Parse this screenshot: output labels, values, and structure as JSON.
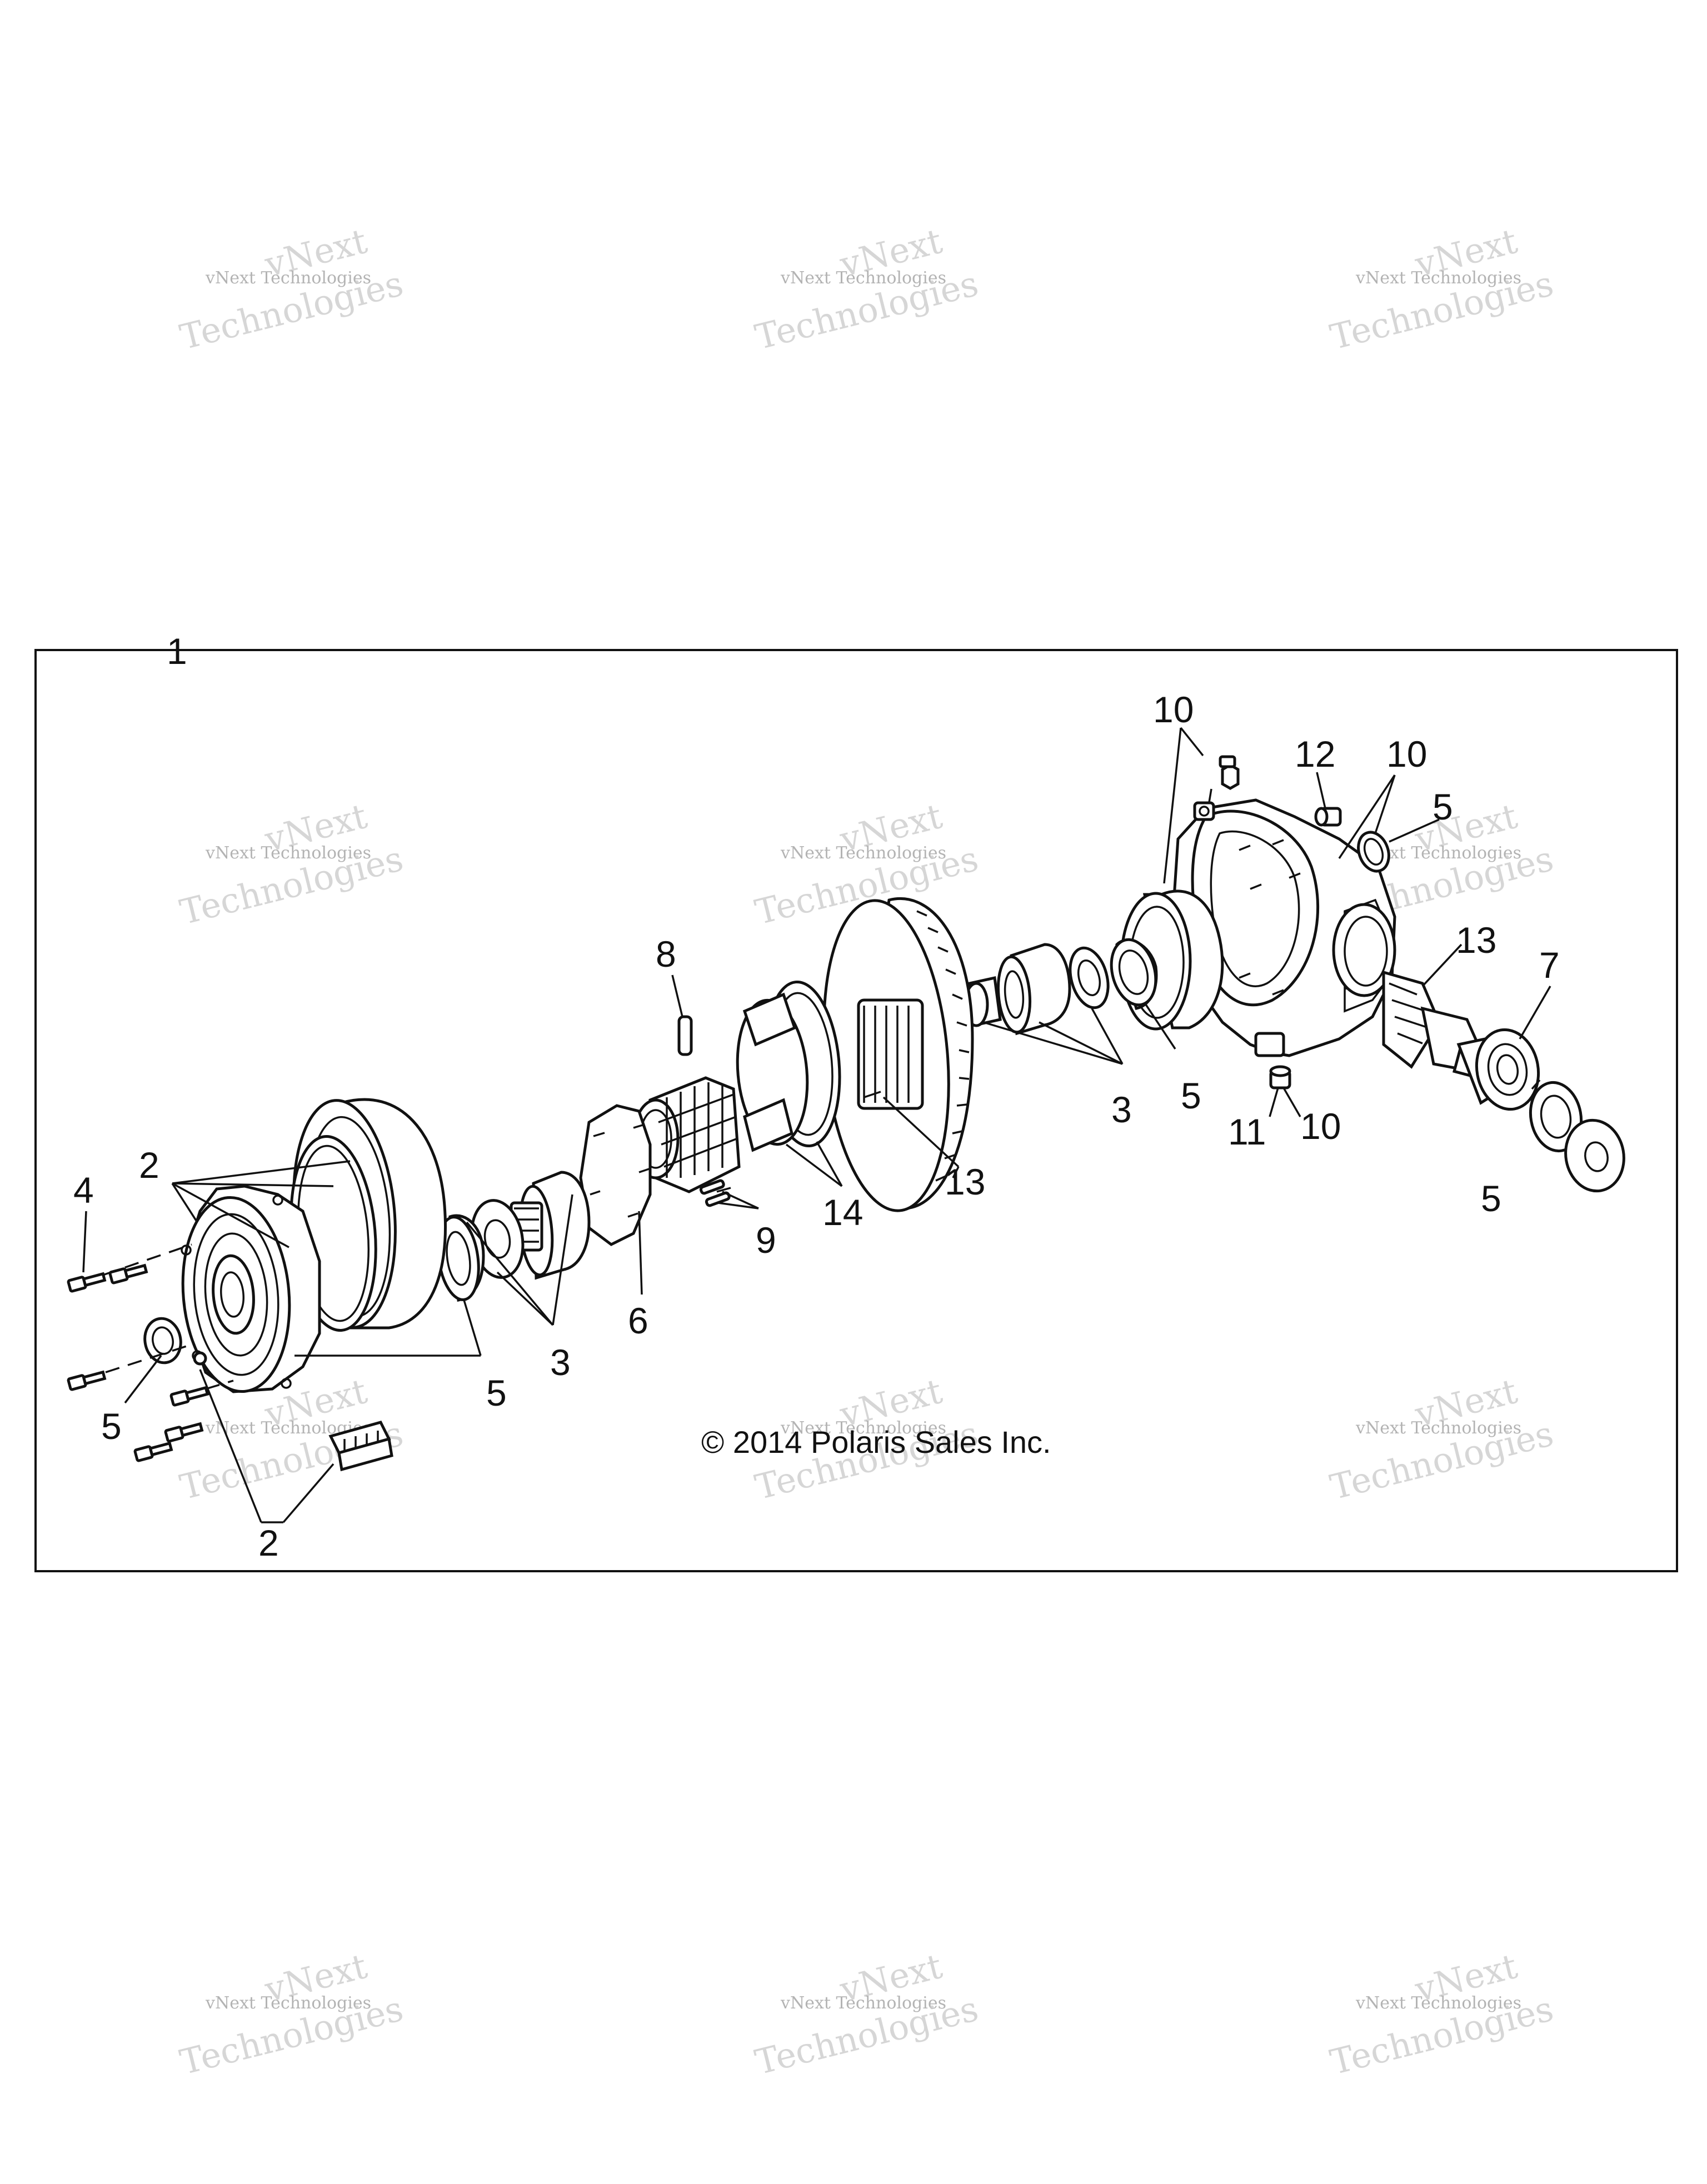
{
  "diagram": {
    "copyright": "© 2014 Polaris Sales Inc.",
    "watermark": {
      "line1": "vNext Technologies",
      "line2": "vNext",
      "line3": "Technologies"
    },
    "callouts": {
      "c1": "1",
      "c2a": "2",
      "c2b": "2",
      "c3a": "3",
      "c3b": "3",
      "c4": "4",
      "c5a": "5",
      "c5b": "5",
      "c5c": "5",
      "c5d": "5",
      "c5e": "5",
      "c6": "6",
      "c7": "7",
      "c8": "8",
      "c9": "9",
      "c10a": "10",
      "c10b": "10",
      "c10c": "10",
      "c11": "11",
      "c12": "12",
      "c13a": "13",
      "c13b": "13",
      "c14": "14"
    }
  }
}
